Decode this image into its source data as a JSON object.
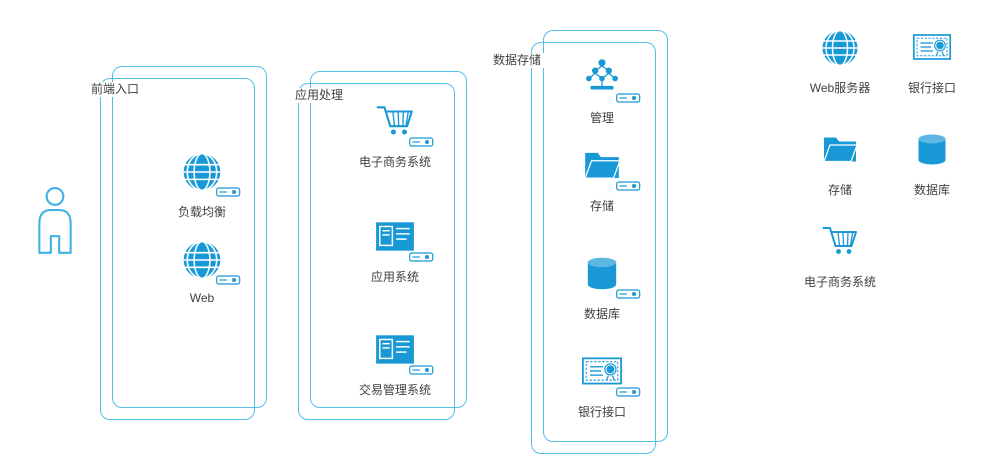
{
  "colors": {
    "blue": "#1899d6",
    "lane-border": "#55bee9",
    "outline-blue": "#3fb1e3",
    "text": "#3f3f3f"
  },
  "actor": {
    "icon": "person-outline"
  },
  "lanes": [
    {
      "label": "前端入口",
      "items": [
        {
          "icon": "globe",
          "label": "负载均衡"
        },
        {
          "icon": "globe",
          "label": "Web"
        }
      ]
    },
    {
      "label": "应用处理",
      "items": [
        {
          "icon": "shopping-cart",
          "label": "电子商务系统"
        },
        {
          "icon": "app-window",
          "label": "应用系统"
        },
        {
          "icon": "app-window",
          "label": "交易管理系统"
        }
      ]
    },
    {
      "label": "数据存储",
      "items": [
        {
          "icon": "org-people",
          "label": "管理"
        },
        {
          "icon": "folder",
          "label": "存储"
        },
        {
          "icon": "database",
          "label": "数据库"
        },
        {
          "icon": "certificate",
          "label": "银行接口"
        }
      ]
    }
  ],
  "legend": {
    "items": [
      {
        "icon": "globe",
        "label": "Web服务器"
      },
      {
        "icon": "certificate",
        "label": "银行接口"
      },
      {
        "icon": "folder",
        "label": "存储"
      },
      {
        "icon": "database",
        "label": "数据库"
      },
      {
        "icon": "shopping-cart",
        "label": "电子商务系统"
      }
    ]
  }
}
